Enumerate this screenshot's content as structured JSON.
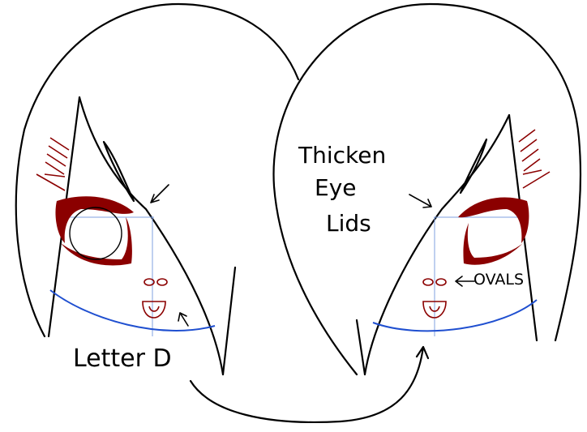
{
  "annotations": {
    "letter_d": "Letter D",
    "thicken_eye_lids": [
      "Thicken",
      "Eye",
      "Lids"
    ],
    "ovals": "OVALS"
  },
  "colors": {
    "outline": "#000000",
    "eye": "#8b0000",
    "chin": "#1f4fd0",
    "guide": "#7fa0e0"
  }
}
